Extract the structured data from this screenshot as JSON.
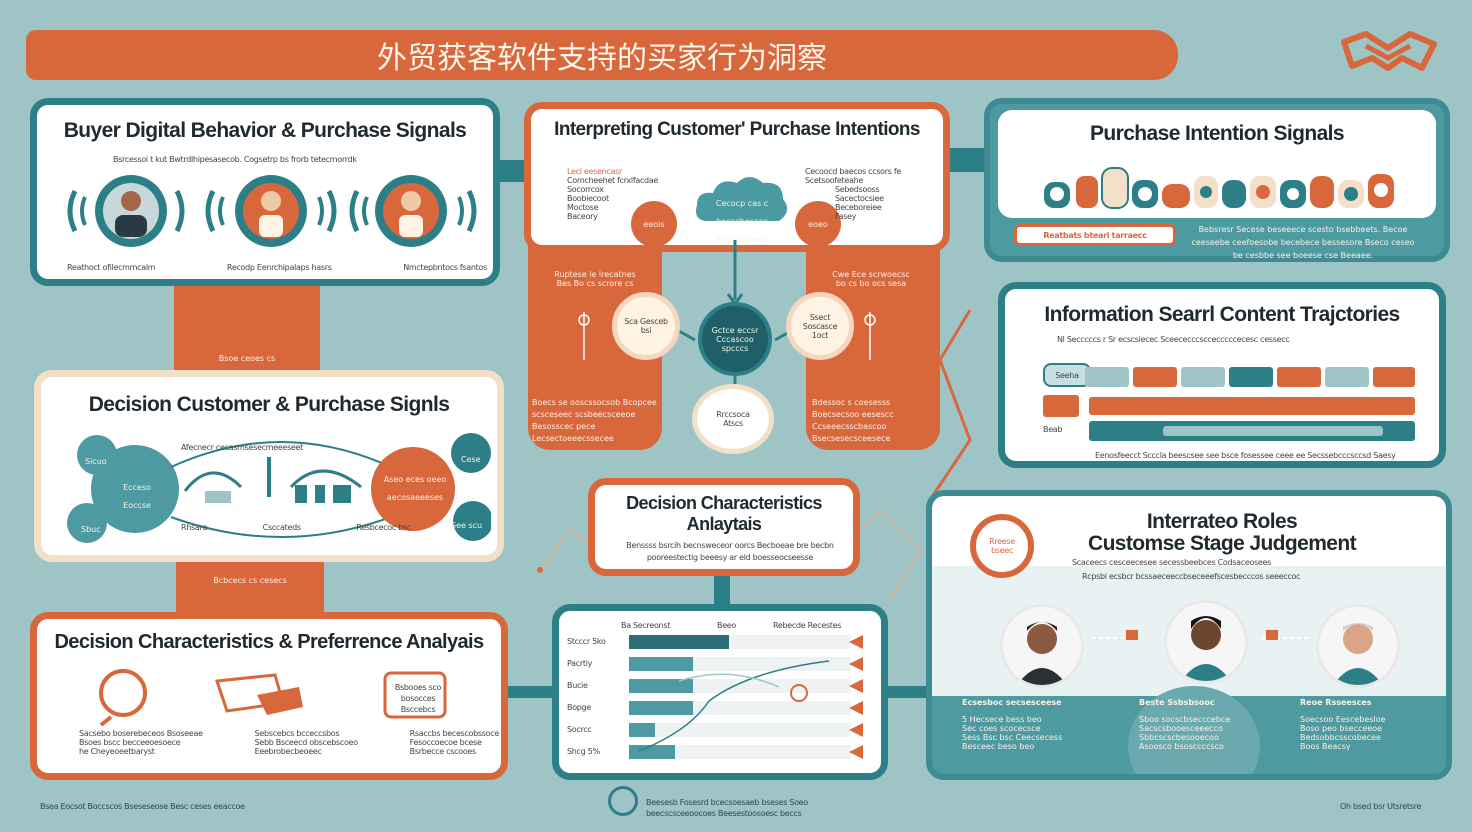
{
  "header": {
    "title": "外贸获客软件支持的买家行为洞察"
  },
  "cards": {
    "buyer_digital": {
      "title": "Buyer Digital Behavior  & Purchase Signals",
      "subtitle": "Bsrcessoi t kut Bwtrdlhipesasecob. Cogsetrp bs frorb tetecmorrdk",
      "labels": [
        "Reathoct ofilecmmcalm",
        "Recodp Eenrchipalaps hasrs",
        "Nmctepbntocs fsantos"
      ]
    },
    "interpreting": {
      "title": "Interpreting Customer' Purchase Intentions",
      "left_head": "Lecl eesencasr",
      "left_sub": "Corncheehet fcrxlfacdae",
      "left_items": [
        "Socorrcox",
        "Boobiecoot",
        "Moctose",
        "Baceory"
      ],
      "left_node": "eeois",
      "center_node": "Cecocp cas c bococheccoc Botscotisecc",
      "right_head": "Cecoocd baecos ccsors fe",
      "right_sub": "Scetsoofeteahe",
      "right_items": [
        "Sebedsooss",
        "Sacectocsiee",
        "Beceboreiee",
        "Fasey"
      ],
      "right_node": "eoeo"
    },
    "flow": {
      "left_head": "Ruptese le lrecatnes",
      "left_sub": "Bes Bo cs scrore cs",
      "left_node": "Sca Gesceb bsi",
      "hub": "Gctce eccsr Cccascoo spcccs",
      "right_head": "Cwe Ece scrwoecsc",
      "right_sub": "bo cs bo ocs sesa",
      "right_node": "Ssect Soscasce 1oct",
      "bottom_node": "Rrccsoca Atscs",
      "left_text": "Boecs se ooscssocsob Bcopcee scsceseec scsbeecsceeoe Besosscec pece Lecsectoeeecssecee",
      "right_text": "Bdessoc s coesesss Boecsecsoo eesescc Ccseeecsscbascoo Bsecsesecsceesece"
    },
    "purchase_intention": {
      "title": "Purchase Intention  Signals",
      "tag": "Reatbats bteari tarraecc",
      "text": "Bebsresr Secese beseeece scesto bsebbeets. Becoe ceeseebe ceefoesobe becebece bessesore Bseco ceseo be cesbbe see boeese cse Beeaee."
    },
    "decision_customer": {
      "title": "Decision Customer & Purchase Signls",
      "arc_label": "Afecnecr cecasmsesecmeeeseet",
      "left_node": "Ecceso Eoccse",
      "small_nodes": [
        "Sicuo",
        "Cese",
        "Sbuc"
      ],
      "right_node": "Aseo eces oeeo aecosaeeeses",
      "right_small": [
        "Cese",
        "See scu"
      ],
      "bottom_labels": [
        "Rhsara",
        "Csccateds",
        "Resbcecoc bsc"
      ]
    },
    "info_search": {
      "title": "Information Searrl Content Trajctories",
      "subtitle": "Nl Secccccs r Sr ecscsiecec Sceececccsccecccccecesc cessecc",
      "left_tag": "Seeha",
      "row3_label": "Beab",
      "footer": "Eenosfeecct Scccla beescsee see bsce fosessee ceee ee Secssebcccsccsd Saesy"
    },
    "decision_char": {
      "title_line1": "Decision Characteristics",
      "title_line2": "Anlaytais",
      "text": "Benssss bsrcih becnsweceor oorcs Becboeae bre becbn pooreestectig beeesy ar eld boesseocseesse"
    },
    "chart_panel": {
      "headers": [
        "Ba Secreonst",
        "Beeo",
        "Rebecde Recestes"
      ],
      "rows": [
        "Stcccr 5ko",
        "Pacrtiy",
        "Bucie",
        "Bopge",
        "Socrcc",
        "Shcg 5%"
      ]
    },
    "roles": {
      "title_line1": "Interrateo Roles",
      "title_line2": "Customse Stage Judgement",
      "sub1": "Scaceecs cesceecesee secessbeebces  Codsaceosees",
      "sub2": "Rcpsbi ecsbcr bcssaeceeccbseceeefscesbecccos seeeccoc",
      "badge": "Rreese bseec",
      "columns": [
        {
          "head": "Ecsesboc secsesceese",
          "items": [
            "5 Hecsece bess beo",
            "Sec coes scocecsce",
            "Sess Bsc bsc Ceecsecess",
            "Besceec beso beo"
          ]
        },
        {
          "head": "Beste Ssbsbsooc",
          "items": [
            "Sboo socscbsecccebce",
            "Sacscsbooesceeecco",
            "Sbbcscscbesooecoo",
            "Asoosco bsosccccsco"
          ]
        },
        {
          "head": "Reoe Rsseesces",
          "items": [
            "Soecsoo Eescebesloe",
            "Boso peo bsecceeoe",
            "Bedsobbcsscobecee",
            "Boos Beacsy"
          ]
        }
      ]
    },
    "decision_pref": {
      "title": "Decision Characteristics & Preferrence Analyais",
      "box_label": "Bsbooes sco bosocces Bsccebcs",
      "col1": [
        "Sacsebo boserebeceos Bsoseeae",
        "Bsoes bscc becceeoesoece",
        "he Cheyeoeetbaryst"
      ],
      "col2": [
        "Sebscebcs bcceccsbos",
        "Sebb Bsceecd obscebscoeo",
        "Eeebrobecbeoeec"
      ],
      "col3": [
        "Rsaccbs becescobssoce",
        "Fesoccoecoe bcese",
        "Bsrbecce cscooes"
      ]
    }
  },
  "connectors": {
    "label_top": "Bsoe ceoes cs",
    "label_bottom": "Bcbcecs cs cesecs"
  },
  "footer": {
    "left": "Bsea Eocsot Boccscos Bseseseose Besc ceses eeaccoe",
    "center": "Beesesb Fosesrd bcecsoesaeb bseses Soeo beecscsceeoocoes Beesestoosoesc beccs",
    "right": "Oh bsed bsr Utsretsre"
  },
  "colors": {
    "orange": "#d9673c",
    "teal": "#2d7f87",
    "background": "#9ec4c6",
    "cream": "#f3e0c8"
  }
}
